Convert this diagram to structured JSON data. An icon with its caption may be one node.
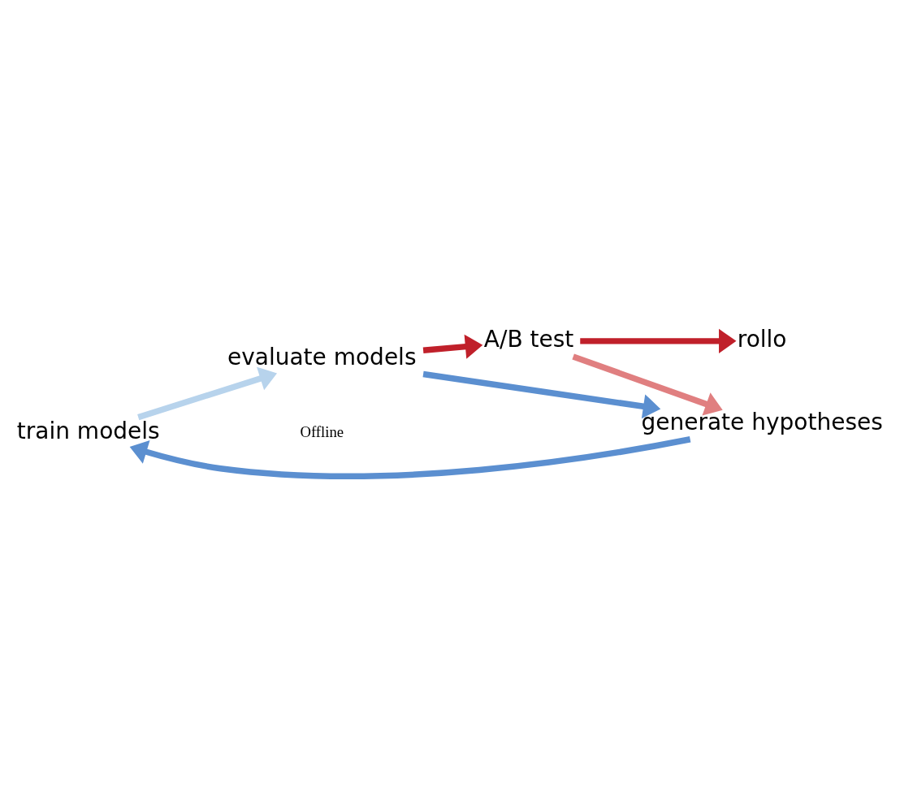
{
  "diagram": {
    "nodes": [
      {
        "text": [
          "train models"
        ]
      },
      {
        "text": [
          "evaluate models"
        ]
      },
      {
        "text": [
          "A/B test"
        ]
      },
      {
        "text": [
          "rollo"
        ]
      },
      {
        "text": [
          "generate hypotheses"
        ]
      }
    ],
    "edges": [
      {
        "from": 0,
        "to": 1,
        "arrow": "to",
        "color": "#b7d3ec"
      },
      {
        "from": 1,
        "to": 2,
        "arrow": "to",
        "color": "#c0202a"
      },
      {
        "from": 2,
        "to": 3,
        "arrow": "to",
        "color": "#c0202a"
      },
      {
        "from": 1,
        "to": 4,
        "arrow": "to",
        "color": "#5b8fd0"
      },
      {
        "from": 4,
        "to": 0,
        "arrow": "to",
        "color": "#5b8fd0"
      },
      {
        "from": 2,
        "to": 4,
        "arrow": "to",
        "color": "#e07f80"
      }
    ],
    "labels": [
      "Offline"
    ]
  }
}
